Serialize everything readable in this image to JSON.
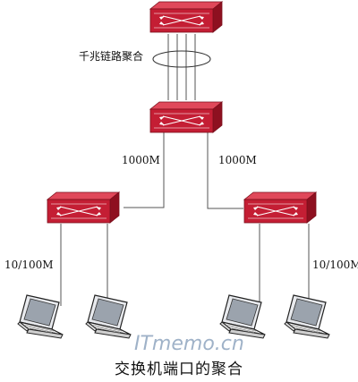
{
  "diagram": {
    "aggregation_label": "千兆链路聚合",
    "uplink_left_label": "1000M",
    "uplink_right_label": "1000M",
    "access_left_label": "10/100M",
    "access_right_label": "10/100M",
    "caption": "交换机端口的聚合",
    "watermark": "ITmemo.cn"
  },
  "colors": {
    "switch_body": "#b8192d",
    "switch_face": "#d8283d",
    "link": "#555555"
  },
  "nodes": [
    {
      "id": "core-switch-1",
      "kind": "switch"
    },
    {
      "id": "core-switch-2",
      "kind": "switch"
    },
    {
      "id": "access-switch-left",
      "kind": "switch"
    },
    {
      "id": "access-switch-right",
      "kind": "switch"
    },
    {
      "id": "laptop-1",
      "kind": "laptop"
    },
    {
      "id": "laptop-2",
      "kind": "laptop"
    },
    {
      "id": "laptop-3",
      "kind": "laptop"
    },
    {
      "id": "laptop-4",
      "kind": "laptop"
    }
  ]
}
